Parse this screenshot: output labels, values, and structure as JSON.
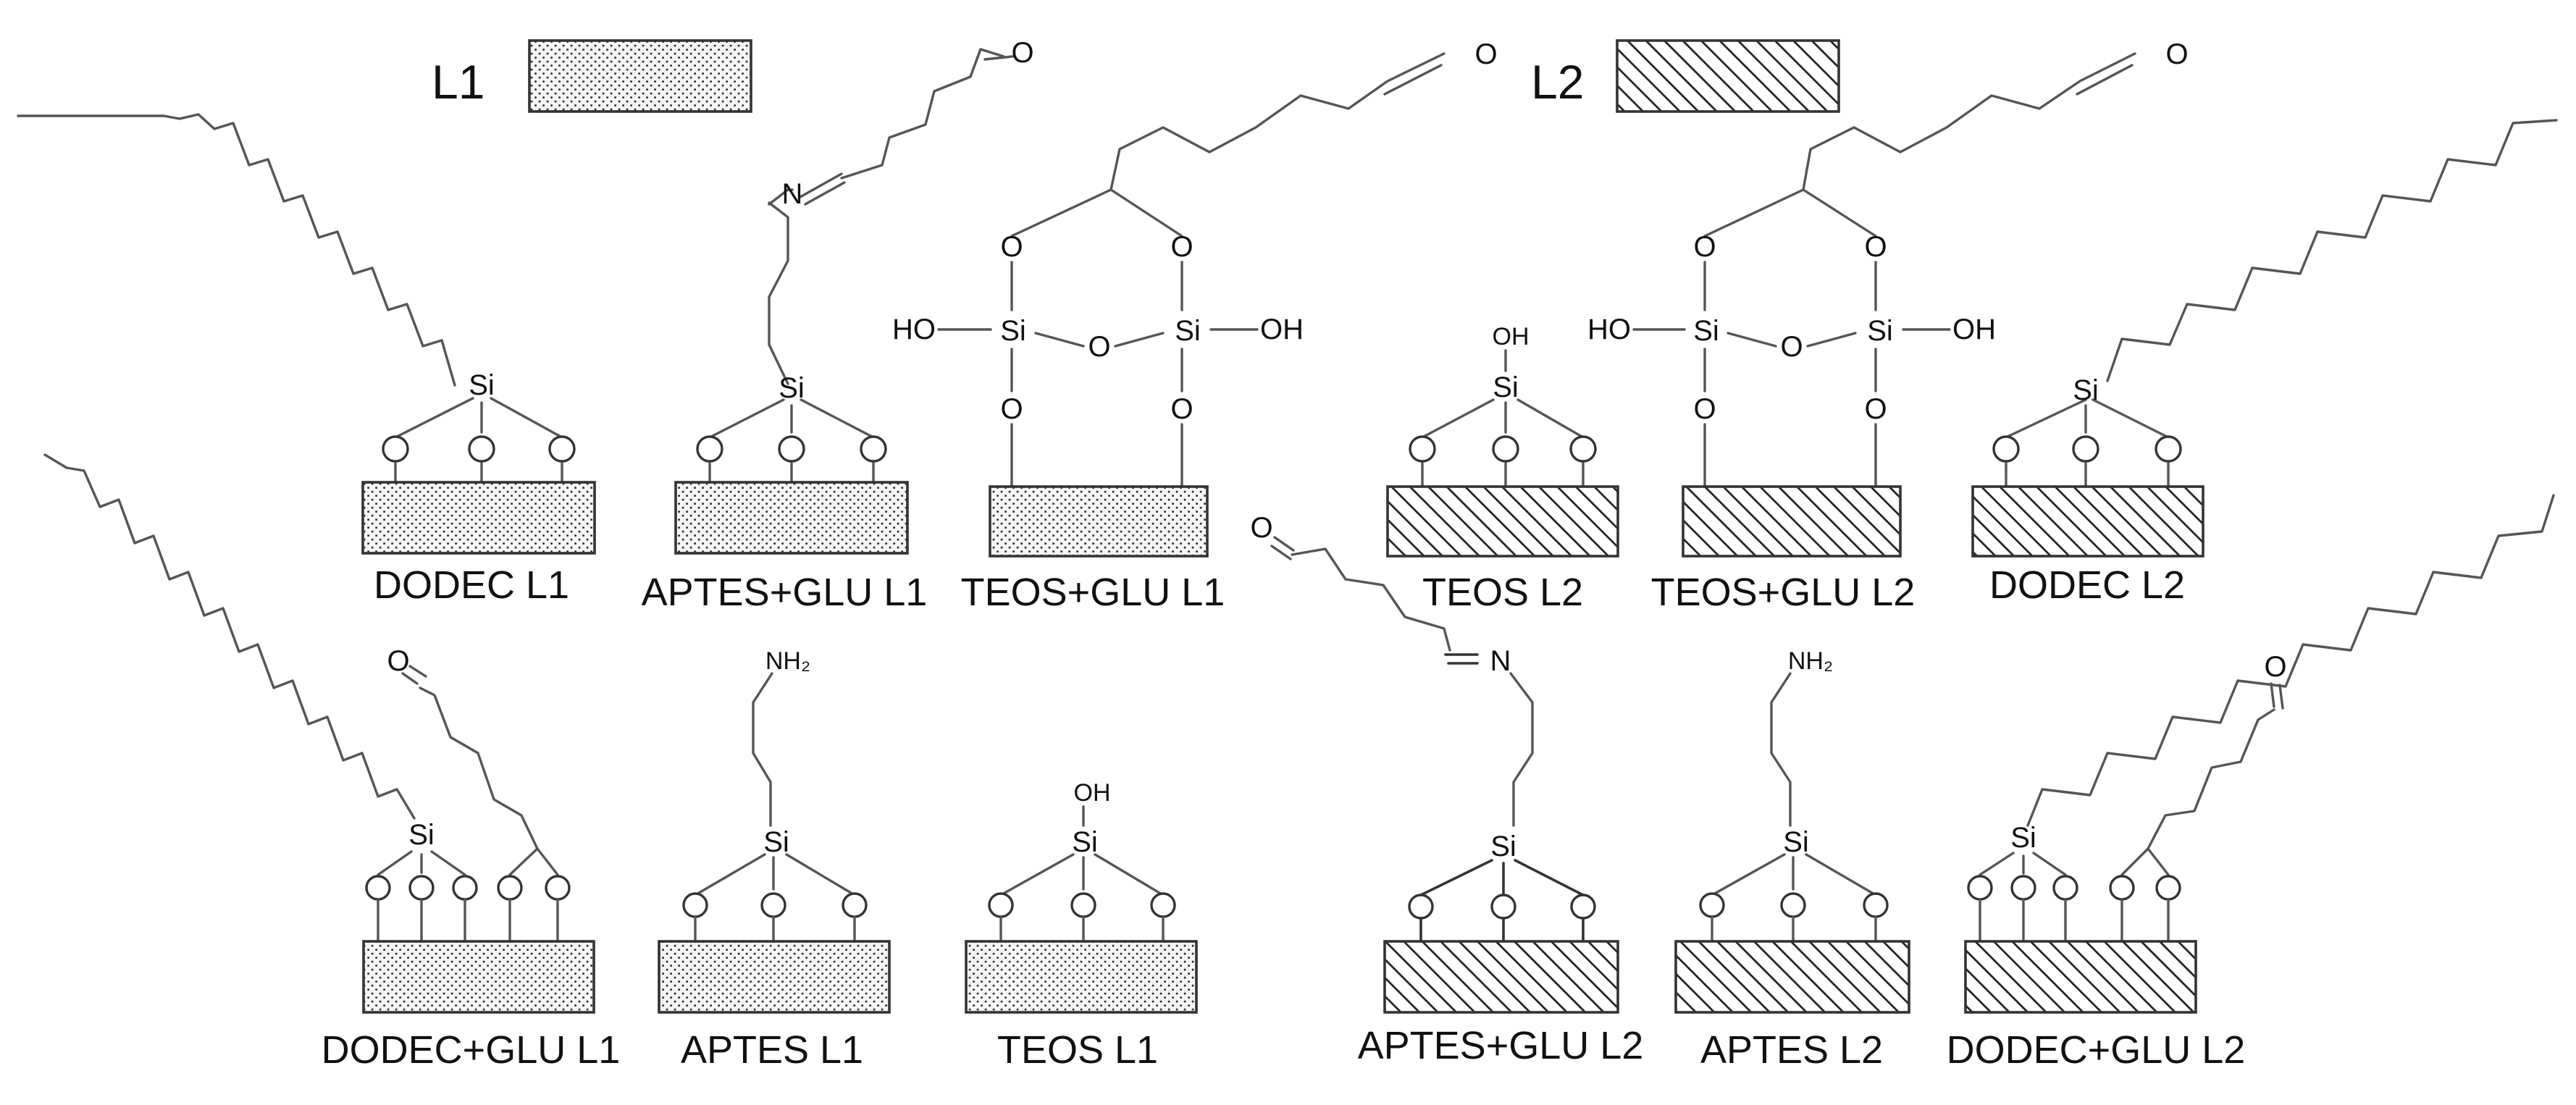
{
  "legend": [
    {
      "label": "L1",
      "pattern": "dotted"
    },
    {
      "label": "L2",
      "pattern": "hatched"
    }
  ],
  "atoms": {
    "silicon": "Si",
    "oxygen": "O",
    "nitrogen": "N",
    "hydroxyl_left": "HO",
    "hydroxyl_right": "OH",
    "amine": "NH₂"
  },
  "samples": [
    {
      "label": "DODEC L1",
      "layer": "L1",
      "group": "DODEC"
    },
    {
      "label": "APTES+GLU L1",
      "layer": "L1",
      "group": "APTES+GLU"
    },
    {
      "label": "TEOS+GLU L1",
      "layer": "L1",
      "group": "TEOS+GLU"
    },
    {
      "label": "TEOS L2",
      "layer": "L2",
      "group": "TEOS"
    },
    {
      "label": "TEOS+GLU L2",
      "layer": "L2",
      "group": "TEOS+GLU"
    },
    {
      "label": "DODEC L2",
      "layer": "L2",
      "group": "DODEC"
    },
    {
      "label": "DODEC+GLU L1",
      "layer": "L1",
      "group": "DODEC+GLU"
    },
    {
      "label": "APTES L1",
      "layer": "L1",
      "group": "APTES"
    },
    {
      "label": "TEOS L1",
      "layer": "L1",
      "group": "TEOS"
    },
    {
      "label": "APTES+GLU L2",
      "layer": "L2",
      "group": "APTES+GLU"
    },
    {
      "label": "APTES L2",
      "layer": "L2",
      "group": "APTES"
    },
    {
      "label": "DODEC+GLU L2",
      "layer": "L2",
      "group": "DODEC+GLU"
    }
  ]
}
